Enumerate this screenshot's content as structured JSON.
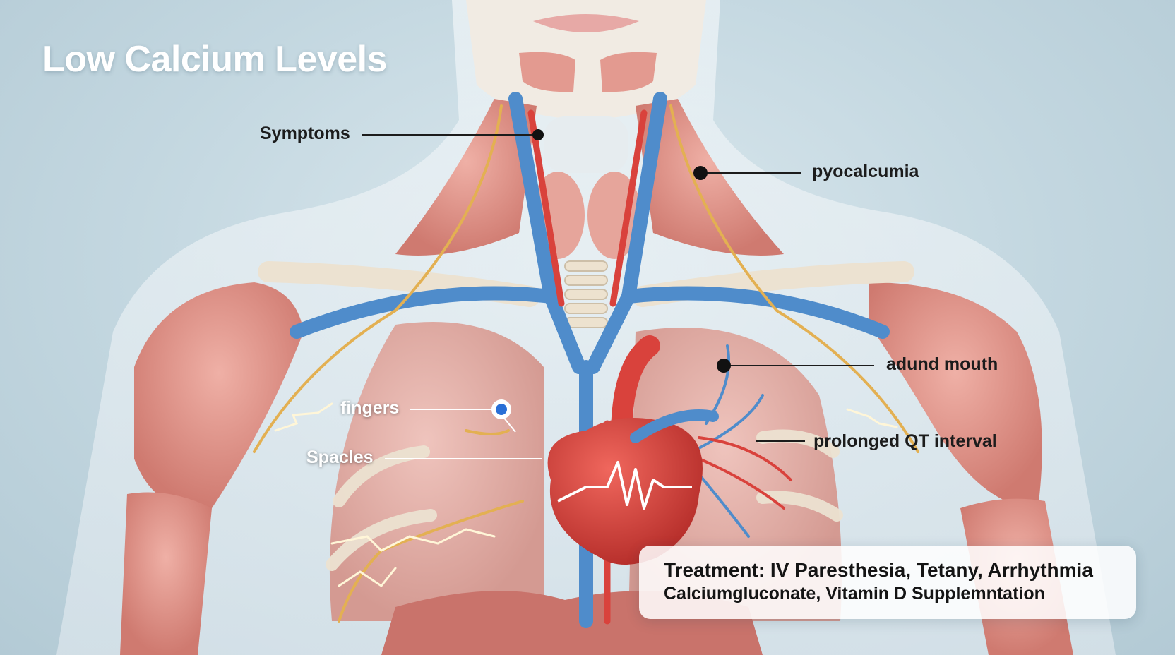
{
  "title": "Low Calcium Levels",
  "labels": {
    "symptoms": "Symptoms",
    "pyocalcumia": "pyocalcumia",
    "adund_mouth": "adund mouth",
    "fingers": "fingers",
    "spacles": "Spacles",
    "prolonged_qt": "prolonged QT interval"
  },
  "treatment": {
    "line1": "Treatment: IV Paresthesia, Tetany, Arrhythmia",
    "line2": "Calciumgluconate, Vitamin D Supplemntation"
  },
  "colors": {
    "muscle": "#e3968c",
    "artery": "#d9423c",
    "vein": "#4f8ccb",
    "nerve": "#e3b052",
    "bone": "#ede2d0",
    "skin": "#eef3f6"
  }
}
